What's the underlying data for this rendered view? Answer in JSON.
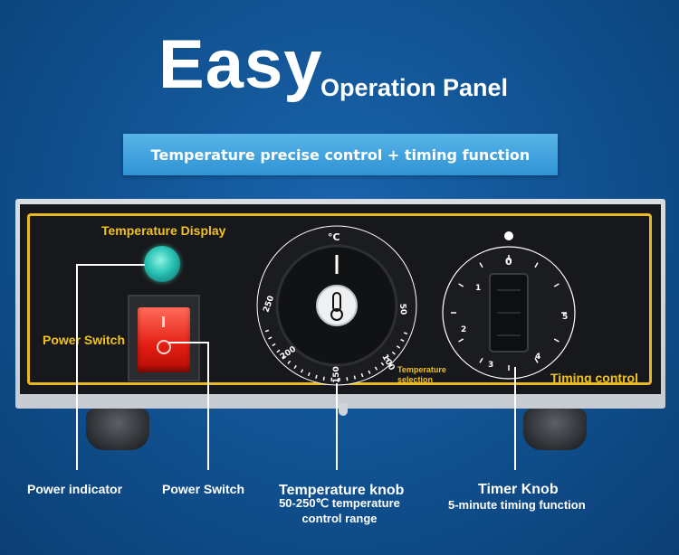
{
  "header": {
    "title": "Easy",
    "subtitle": "Operation Panel",
    "banner": "Temperature precise control + timing function"
  },
  "panel": {
    "temperature_display_label": "Temperature Display",
    "power_switch_label": "Power Switch",
    "temperature_selection_label_line1": "Temperature",
    "temperature_selection_label_line2": "selection",
    "timing_control_label": "Timing control",
    "temp_knob": {
      "unit_mark": "°C",
      "scale": [
        "250",
        "200",
        "150",
        "100",
        "50"
      ]
    },
    "timer_knob": {
      "scale": [
        "0",
        "1",
        "2",
        "3",
        "4",
        "5"
      ]
    }
  },
  "callouts": {
    "power_indicator": "Power indicator",
    "power_switch": "Power Switch",
    "temperature_knob_title": "Temperature knob",
    "temperature_knob_desc_line1": "50-250℃ temperature",
    "temperature_knob_desc_line2": "control range",
    "timer_knob_title": "Timer Knob",
    "timer_knob_desc": "5-minute timing function"
  },
  "colors": {
    "background": "#10508f",
    "banner": "#3da2dc",
    "panel": "#17181b",
    "panel_border": "#e8b923",
    "label_yellow": "#f2c21c",
    "switch_red": "#e21d12",
    "indicator_teal": "#27c3b3"
  }
}
